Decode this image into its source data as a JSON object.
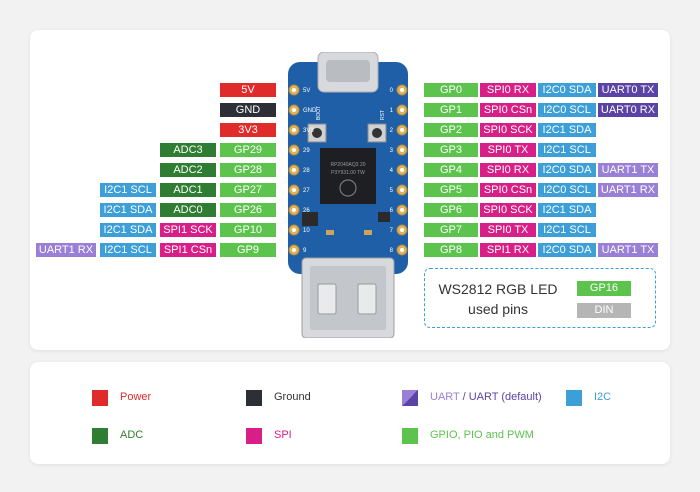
{
  "colors": {
    "power": "#e02b2b",
    "ground": "#2d2f36",
    "adc": "#2f7d32",
    "gpio": "#5cc44c",
    "spi": "#d81f87",
    "i2c": "#3c9fd8",
    "uart": "#9a7fd6",
    "uart_default": "#5b43a6",
    "din": "#b5b5b5",
    "board": "#1f5fa8"
  },
  "left_pins": [
    {
      "pin": "5V",
      "type": "power",
      "funcs": []
    },
    {
      "pin": "GND",
      "type": "ground",
      "funcs": []
    },
    {
      "pin": "3V3",
      "type": "power",
      "funcs": []
    },
    {
      "pin": "GP29",
      "type": "gpio",
      "funcs": [
        "ADC3"
      ]
    },
    {
      "pin": "GP28",
      "type": "gpio",
      "funcs": [
        "ADC2"
      ]
    },
    {
      "pin": "GP27",
      "type": "gpio",
      "funcs": [
        "ADC1",
        "I2C1 SCL"
      ]
    },
    {
      "pin": "GP26",
      "type": "gpio",
      "funcs": [
        "ADC0",
        "I2C1 SDA"
      ]
    },
    {
      "pin": "GP10",
      "type": "gpio",
      "funcs": [
        "SPI1 SCK",
        "I2C1 SDA"
      ]
    },
    {
      "pin": "GP9",
      "type": "gpio",
      "funcs": [
        "SPI1 CSn",
        "I2C1 SCL",
        "UART1 RX"
      ]
    }
  ],
  "right_pins": [
    {
      "pin": "GP0",
      "funcs": [
        "SPI0 RX",
        "I2C0 SDA",
        "UART0 TX"
      ]
    },
    {
      "pin": "GP1",
      "funcs": [
        "SPI0 CSn",
        "I2C0 SCL",
        "UART0 RX"
      ]
    },
    {
      "pin": "GP2",
      "funcs": [
        "SPI0 SCK",
        "I2C1 SDA"
      ]
    },
    {
      "pin": "GP3",
      "funcs": [
        "SPI0 TX",
        "I2C1 SCL"
      ]
    },
    {
      "pin": "GP4",
      "funcs": [
        "SPI0 RX",
        "I2C0 SDA",
        "UART1 TX"
      ]
    },
    {
      "pin": "GP5",
      "funcs": [
        "SPI0 CSn",
        "I2C0 SCL",
        "UART1 RX"
      ]
    },
    {
      "pin": "GP6",
      "funcs": [
        "SPI0 SCK",
        "I2C1 SDA"
      ]
    },
    {
      "pin": "GP7",
      "funcs": [
        "SPI0 TX",
        "I2C1 SCL"
      ]
    },
    {
      "pin": "GP8",
      "funcs": [
        "SPI1 RX",
        "I2C0 SDA",
        "UART1 TX"
      ]
    }
  ],
  "silkscreen_left": [
    "5V",
    "GND",
    "3V3",
    "29",
    "28",
    "27",
    "26",
    "10",
    "9"
  ],
  "silkscreen_right": [
    "0",
    "1",
    "2",
    "3",
    "4",
    "5",
    "6",
    "7",
    "8"
  ],
  "silkscreen_extra": [
    "BOOT",
    "RST"
  ],
  "chip_text": [
    "RP2040AQ3 20",
    "P3Y931.00 TW"
  ],
  "ws2812": {
    "title": "WS2812 RGB LED",
    "subtitle": "used pins",
    "pins": [
      {
        "label": "GP16",
        "type": "gpio"
      },
      {
        "label": "DIN",
        "type": "din"
      }
    ]
  },
  "legend": [
    {
      "label": "Power",
      "color": "#e02b2b",
      "text_color": "#e02b2b"
    },
    {
      "label": "Ground",
      "color": "#2d2f36",
      "text_color": "#333333"
    },
    {
      "label": "UART",
      "label2": " / UART (default)",
      "color": "#9a7fd6",
      "text_color": "#9a7fd6",
      "text_color2": "#5b43a6"
    },
    {
      "label": "I2C",
      "color": "#3c9fd8",
      "text_color": "#3c9fd8"
    },
    {
      "label": "ADC",
      "color": "#2f7d32",
      "text_color": "#2f7d32"
    },
    {
      "label": "SPI",
      "color": "#d81f87",
      "text_color": "#d81f87"
    },
    {
      "label": "GPIO, PIO and PWM",
      "color": "#5cc44c",
      "text_color": "#5cc44c"
    }
  ]
}
